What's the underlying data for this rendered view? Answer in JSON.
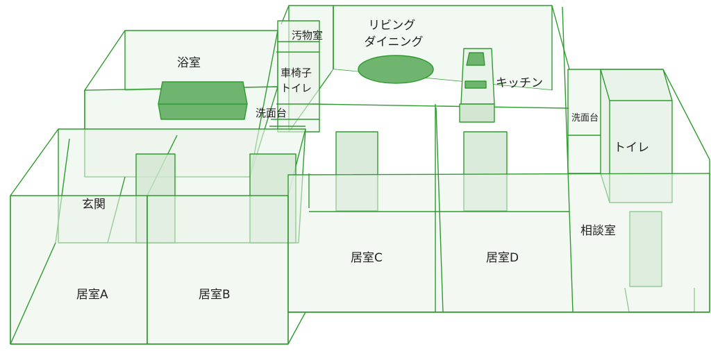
{
  "colors": {
    "stroke": "#2e9b2e",
    "fill_light": "#e9f3e9",
    "fill_mid": "#d2e6d2",
    "fill_dark": "#6fb56f",
    "background": "#ffffff",
    "text": "#222222"
  },
  "rooms": {
    "bathroom": "浴室",
    "soiled_utility": "汚物室",
    "living_dining": "リビング\nダイニング",
    "wheelchair_toilet": "車椅子\nトイレ",
    "kitchen": "キッチン",
    "washbasin_left": "洗面台",
    "washbasin_right": "洗面台",
    "toilet": "トイレ",
    "entrance": "玄関",
    "consultation": "相談室",
    "room_a": "居室A",
    "room_b": "居室B",
    "room_c": "居室C",
    "room_d": "居室D"
  }
}
